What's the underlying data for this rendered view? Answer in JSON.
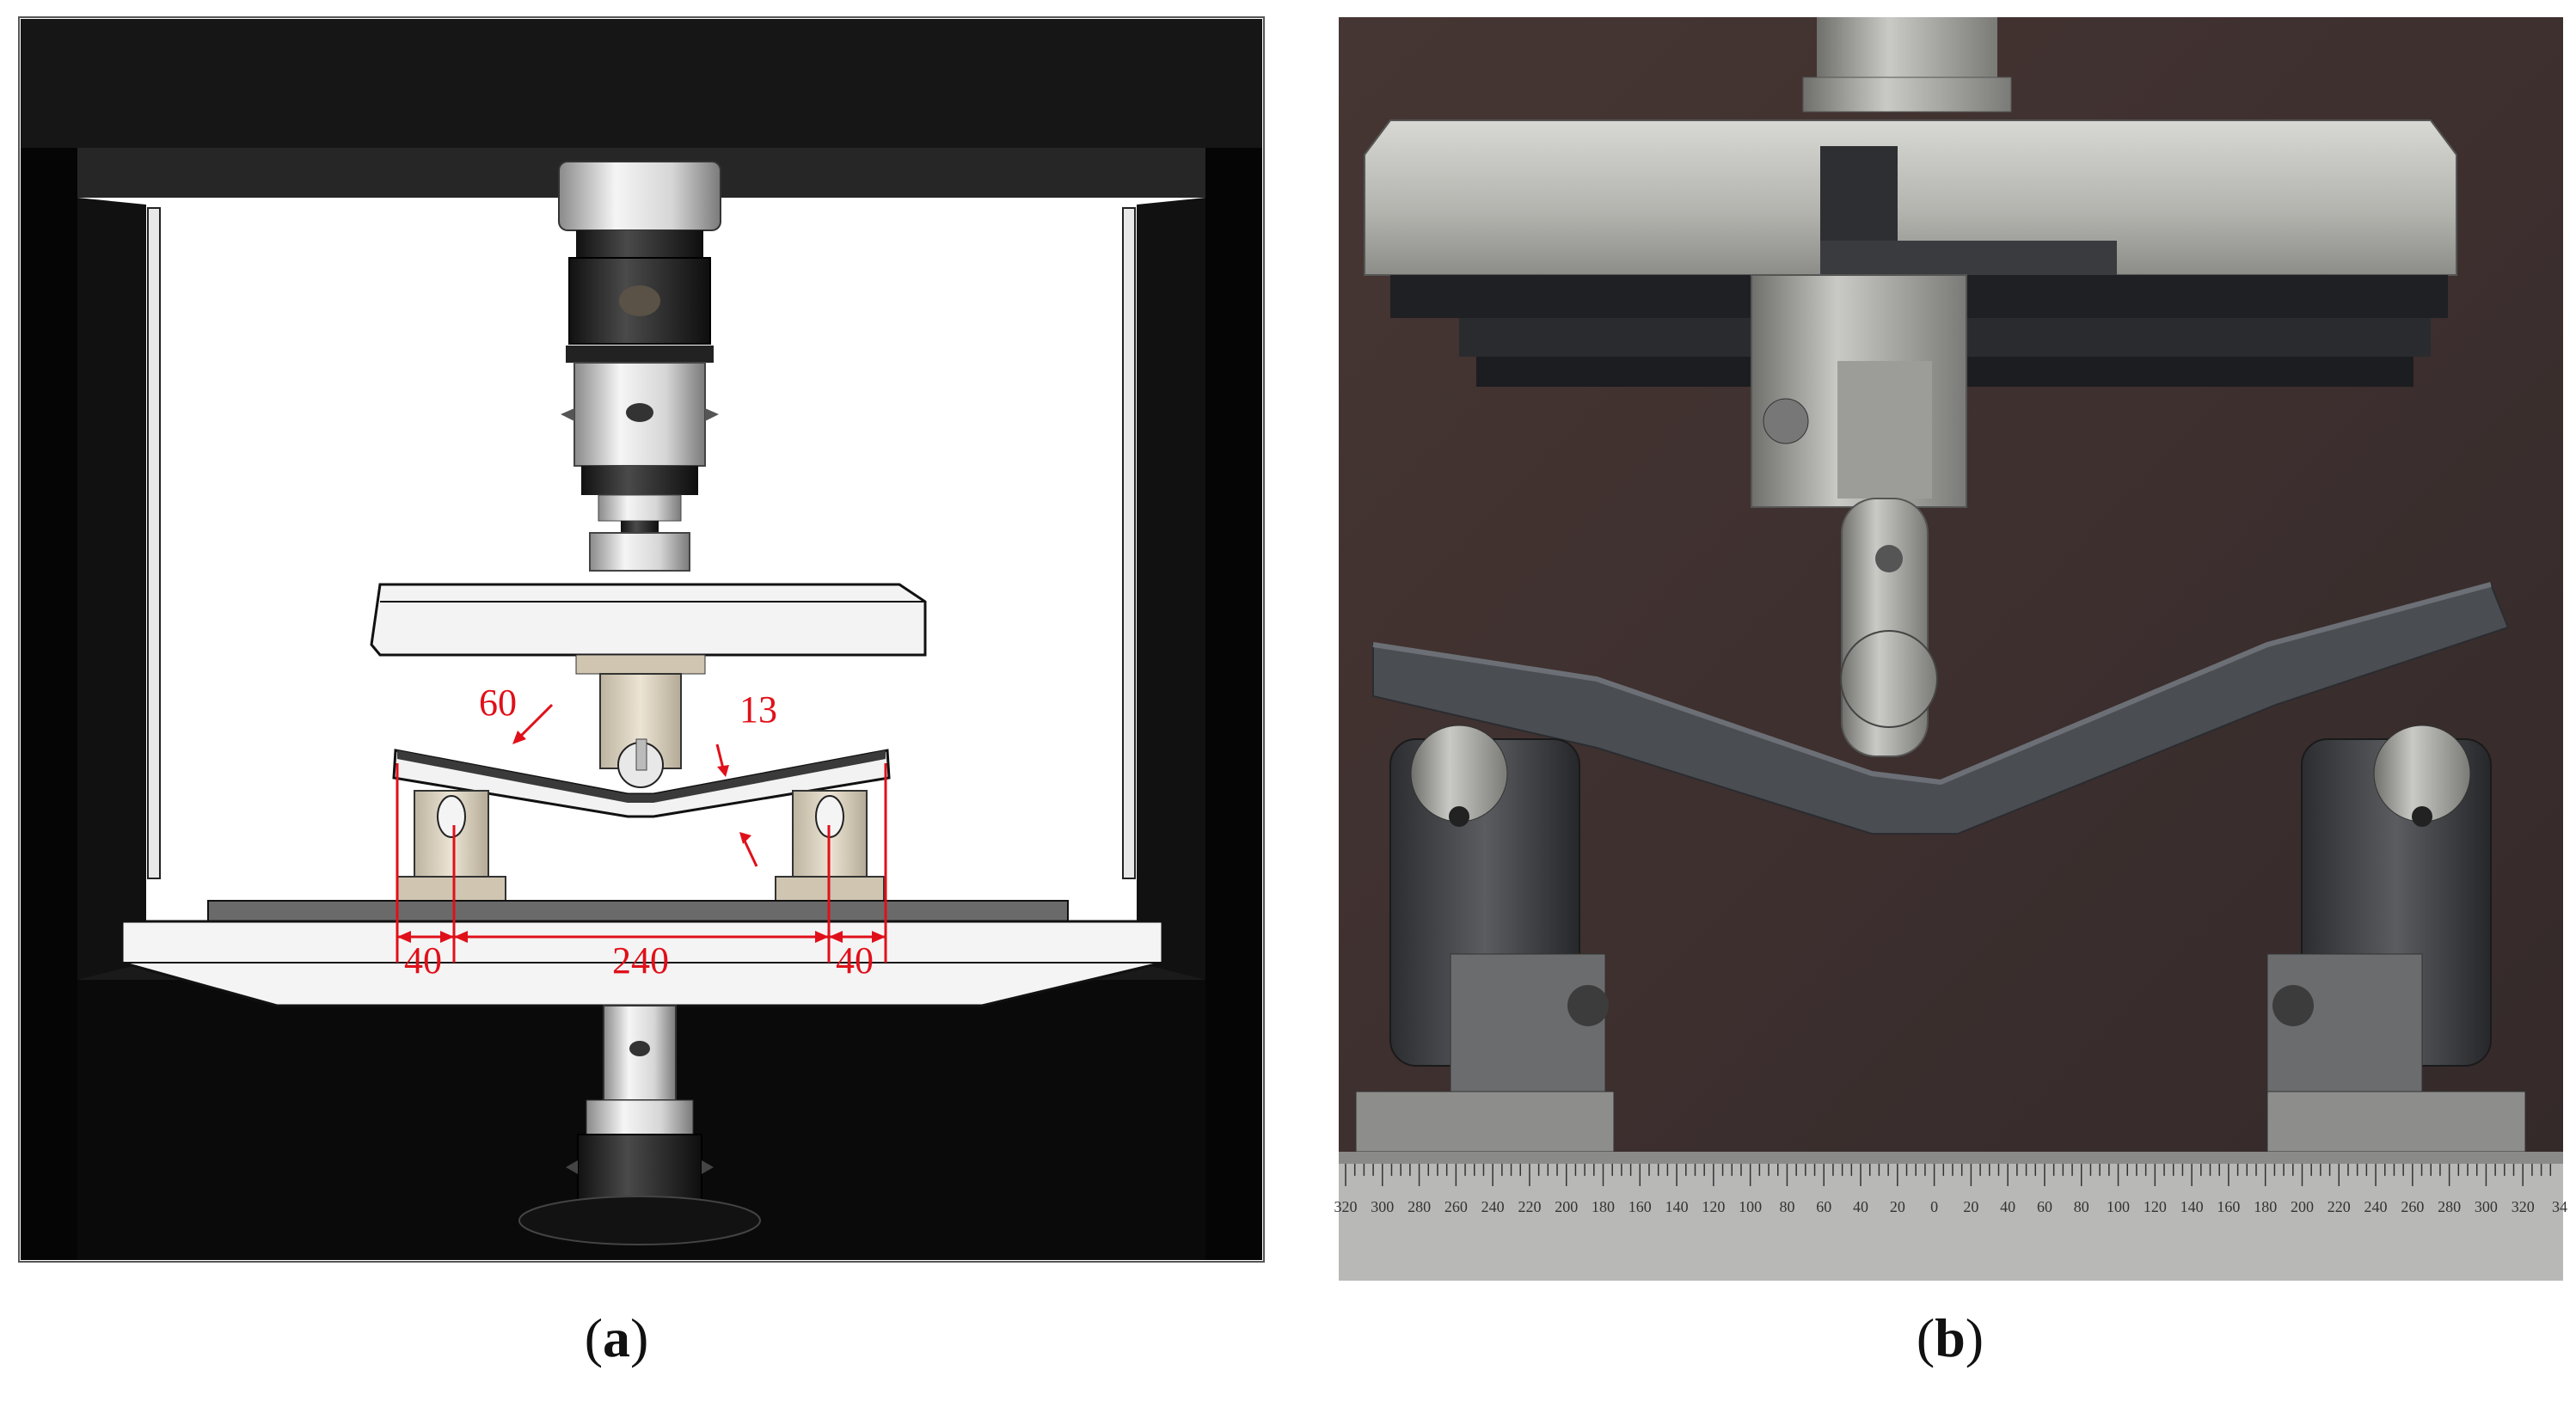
{
  "panel_a": {
    "dimensions": {
      "angle_label": "60",
      "thickness_label": "13",
      "left_overhang": "40",
      "span": "240",
      "right_overhang": "40"
    },
    "colors": {
      "frame": "#0d0d0d",
      "dimension": "#e0101a",
      "plate": "#f2f2f2",
      "support": "#d9cfbd"
    }
  },
  "panel_b": {
    "ruler_ticks": [
      "320",
      "300",
      "280",
      "260",
      "240",
      "220",
      "200",
      "180",
      "160",
      "140",
      "120",
      "100",
      "80",
      "60",
      "40",
      "20",
      "0",
      "20",
      "40",
      "60",
      "80",
      "100",
      "120",
      "140",
      "160",
      "180",
      "200",
      "220",
      "240",
      "260",
      "280",
      "300",
      "320",
      "34"
    ],
    "colors": {
      "background": "#3e2f2c",
      "steel": "#b9b9b6",
      "specimen": "#4a4d52"
    }
  },
  "captions": {
    "a_open": "(",
    "a_letter": "a",
    "a_close": ")",
    "b_open": "(",
    "b_letter": "b",
    "b_close": ")"
  }
}
